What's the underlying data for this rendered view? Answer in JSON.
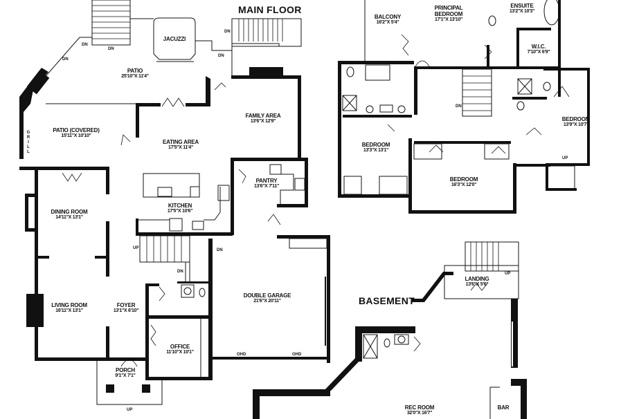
{
  "titles": {
    "main_floor": "MAIN FLOOR",
    "basement": "BASEMENT"
  },
  "main_floor": {
    "rooms": [
      {
        "name": "PATIO",
        "dims": "25'10\"X 11'4\""
      },
      {
        "name": "JACUZZI",
        "dims": ""
      },
      {
        "name": "PATIO (COVERED)",
        "dims": "15'11\"X 10'10\""
      },
      {
        "name": "EATING AREA",
        "dims": "17'5\"X 11'4\""
      },
      {
        "name": "FAMILY AREA",
        "dims": "13'6\"X 12'9\""
      },
      {
        "name": "PANTRY",
        "dims": "13'6\"X 7'11\""
      },
      {
        "name": "KITCHEN",
        "dims": "17'5\"X 10'6\""
      },
      {
        "name": "DINING ROOM",
        "dims": "14'11\"X 13'1\""
      },
      {
        "name": "LIVING ROOM",
        "dims": "16'11\"X 13'1\""
      },
      {
        "name": "FOYER",
        "dims": "13'1\"X 6'10\""
      },
      {
        "name": "OFFICE",
        "dims": "11'10\"X 10'1\""
      },
      {
        "name": "DOUBLE GARAGE",
        "dims": "21'6\"X 20'11\""
      },
      {
        "name": "PORCH",
        "dims": "9'1\"X 7'1\""
      }
    ],
    "annotations": {
      "grill": "GRILL",
      "dn": "DN",
      "up": "UP",
      "ohd": "OHD"
    }
  },
  "upper_floor": {
    "rooms": [
      {
        "name": "BALCONY",
        "dims": "16'2\"X 5'4\""
      },
      {
        "name": "PRINCIPAL BEDROOM",
        "dims": "17'1\"X 13'10\""
      },
      {
        "name": "ENSUITE",
        "dims": "13'2\"X 10'3\""
      },
      {
        "name": "W.I.C.",
        "dims": "7'10\"X 6'9\""
      },
      {
        "name": "BEDROOM",
        "dims": "13'9\"X 10'7\""
      },
      {
        "name": "BEDROOM",
        "dims": "13'3\"X 13'1\""
      },
      {
        "name": "BEDROOM",
        "dims": "16'3\"X 12'0\""
      }
    ],
    "annotations": {
      "dn": "DN",
      "up": "UP"
    }
  },
  "basement": {
    "rooms": [
      {
        "name": "LANDING",
        "dims": "13'6\"X 5'6\""
      },
      {
        "name": "REC ROOM",
        "dims": "32'0\"X 16'7\""
      },
      {
        "name": "BAR",
        "dims": ""
      }
    ],
    "annotations": {
      "up": "UP"
    }
  }
}
